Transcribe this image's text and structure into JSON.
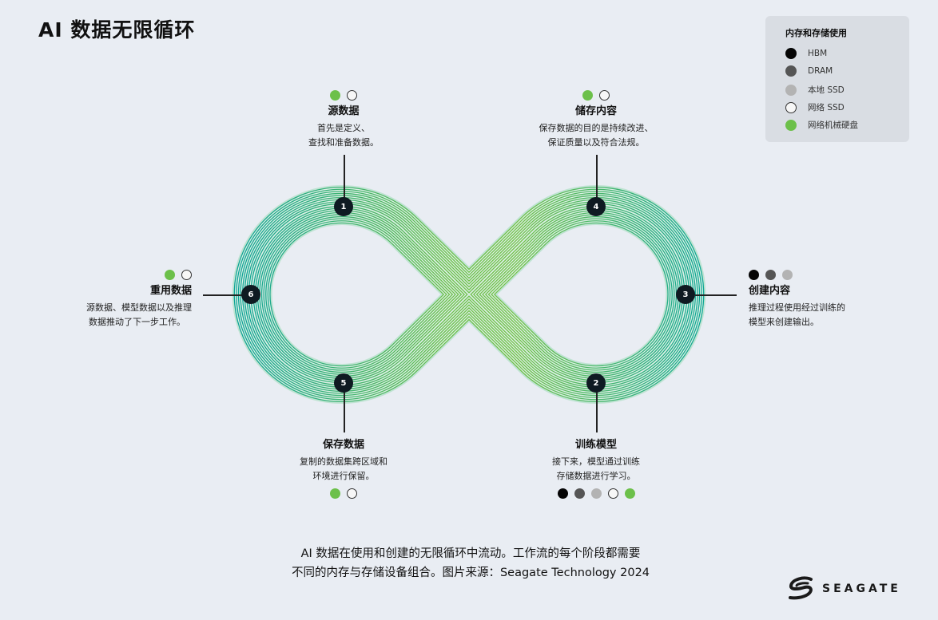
{
  "title": "AI 数据无限循环",
  "colors": {
    "hbm": "#050505",
    "dram": "#555555",
    "local_ssd": "#b3b3b3",
    "network_ssd": "#f7f7f7",
    "network_hdd": "#6cc04a",
    "teal": "#12a89a",
    "green": "#74c24a"
  },
  "legend": {
    "title": "内存和存储使用",
    "items": [
      {
        "key": "hbm",
        "label": "HBM"
      },
      {
        "key": "dram",
        "label": "DRAM"
      },
      {
        "key": "local_ssd",
        "label": "本地 SSD"
      },
      {
        "key": "network_ssd",
        "label": "网络 SSD"
      },
      {
        "key": "network_hdd",
        "label": "网络机械硬盘"
      }
    ]
  },
  "stages": [
    {
      "num": "1",
      "title": "源数据",
      "desc": [
        "首先是定义、",
        "查找和准备数据。"
      ],
      "storage": [
        "network_hdd",
        "network_ssd"
      ]
    },
    {
      "num": "2",
      "title": "训练模型",
      "desc": [
        "接下来，模型通过训练",
        "存储数据进行学习。"
      ],
      "storage": [
        "hbm",
        "dram",
        "local_ssd",
        "network_ssd",
        "network_hdd"
      ]
    },
    {
      "num": "3",
      "title": "创建内容",
      "desc": [
        "推理过程使用经过训练的",
        "模型来创建输出。"
      ],
      "storage": [
        "hbm",
        "dram",
        "local_ssd"
      ]
    },
    {
      "num": "4",
      "title": "储存内容",
      "desc": [
        "保存数据的目的是持续改进、",
        "保证质量以及符合法规。"
      ],
      "storage": [
        "network_hdd",
        "network_ssd"
      ]
    },
    {
      "num": "5",
      "title": "保存数据",
      "desc": [
        "复制的数据集跨区域和",
        "环境进行保留。"
      ],
      "storage": [
        "network_hdd",
        "network_ssd"
      ]
    },
    {
      "num": "6",
      "title": "重用数据",
      "desc": [
        "源数据、模型数据以及推理",
        "数据推动了下一步工作。"
      ],
      "storage": [
        "network_hdd",
        "network_ssd"
      ]
    }
  ],
  "caption": [
    "AI 数据在使用和创建的无限循环中流动。工作流的每个阶段都需要",
    "不同的内存与存储设备组合。图片来源：Seagate Technology 2024"
  ],
  "brand": "SEAGATE"
}
